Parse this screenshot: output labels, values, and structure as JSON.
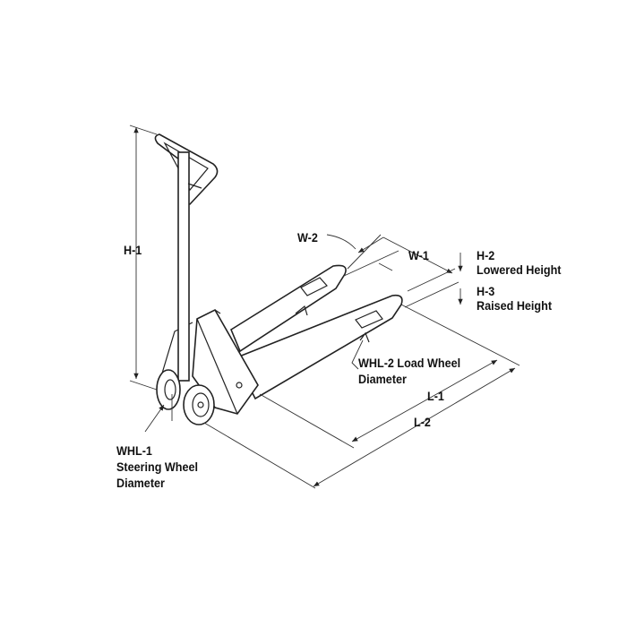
{
  "title": "Pallet jack dimensions diagram",
  "labels": {
    "h1": "H-1",
    "w2": "W-2",
    "w1": "W-1",
    "h2": "H-2",
    "h2_desc": "Lowered Height",
    "h3": "H-3",
    "h3_desc": "Raised Height",
    "whl2": "WHL-2 Load Wheel",
    "whl2_desc": "Diameter",
    "l1": "L-1",
    "l2": "L-2",
    "whl1": "WHL-1",
    "whl1_desc1": "Steering Wheel",
    "whl1_desc2": "Diameter"
  }
}
